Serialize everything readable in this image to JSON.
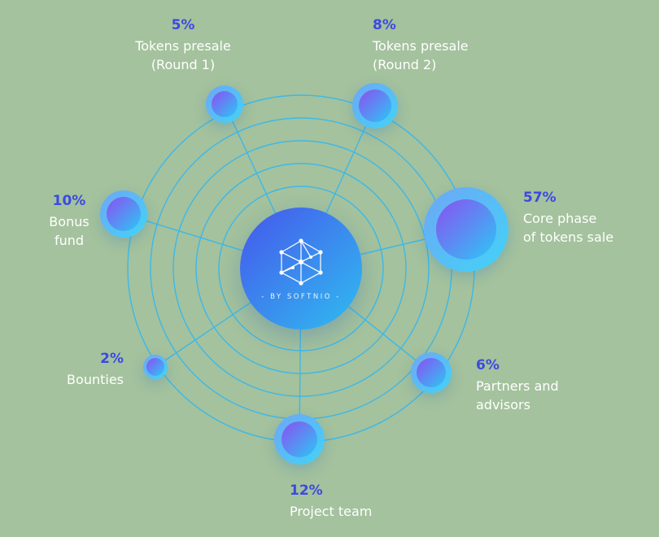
{
  "colors": {
    "background": "#a4c29d",
    "orbit_ring": "#3bb8eb",
    "percent_text": "#3d49e1",
    "label_text": "#ffffff",
    "node_gradient_start": "#8b4ff2",
    "node_gradient_end": "#2cc8f4",
    "node_halo_start": "#6fa6f5",
    "node_halo_end": "#41d4f7",
    "center_gradient_start": "#4656ec",
    "center_gradient_end": "#2fbdf0"
  },
  "center": {
    "brand": "- BY SOFTNIO -",
    "logo": "hex-network-icon"
  },
  "nodes": [
    {
      "pct": "5%",
      "lines": [
        "Tokens presale",
        "(Round 1)"
      ]
    },
    {
      "pct": "8%",
      "lines": [
        "Tokens presale",
        "(Round 2)"
      ]
    },
    {
      "pct": "10%",
      "lines": [
        "Bonus",
        "fund"
      ]
    },
    {
      "pct": "57%",
      "lines": [
        "Core phase",
        "of tokens sale"
      ]
    },
    {
      "pct": "2%",
      "lines": [
        "Bounties"
      ]
    },
    {
      "pct": "6%",
      "lines": [
        "Partners and",
        "advisors"
      ]
    },
    {
      "pct": "12%",
      "lines": [
        "Project team"
      ]
    }
  ],
  "chart_data": {
    "type": "pie",
    "title": "",
    "categories": [
      "Tokens presale (Round 1)",
      "Tokens presale (Round 2)",
      "Bonus fund",
      "Core phase of tokens sale",
      "Bounties",
      "Partners and advisors",
      "Project team"
    ],
    "values": [
      5,
      8,
      10,
      57,
      2,
      6,
      12
    ],
    "unit": "%",
    "center_label": "- BY SOFTNIO -",
    "legend_position": "labels-beside-nodes",
    "layout": "radial orbital diagram; node size proportional to value"
  }
}
